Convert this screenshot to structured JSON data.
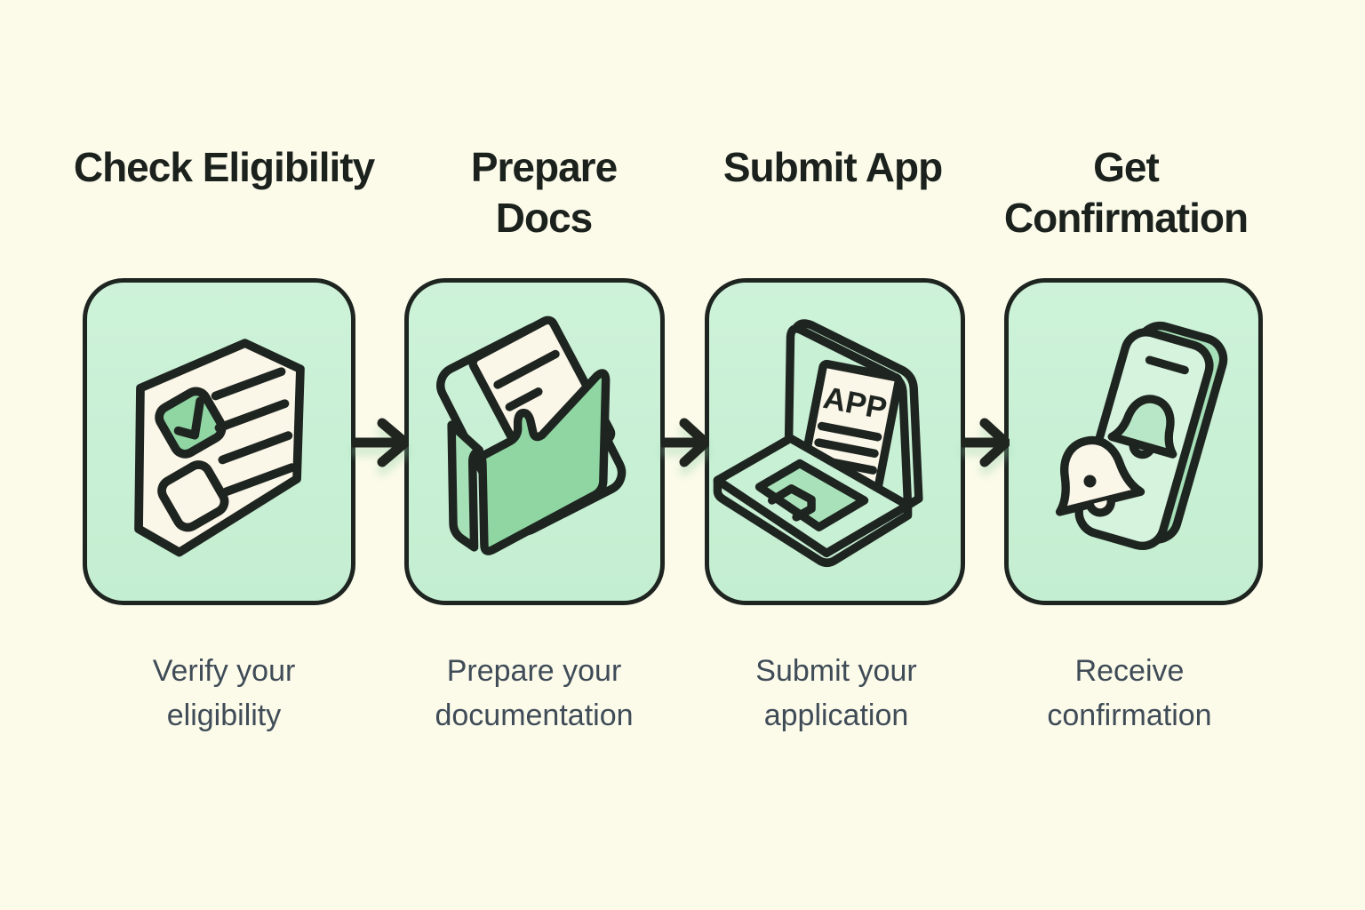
{
  "infographic": {
    "type": "process-flow",
    "background_color": "#fcfbea",
    "card_fill_color": "#c8f0d4",
    "outline_color": "#1e2420",
    "title_color": "#1b211c",
    "subtitle_color": "#3f4c57",
    "icon_green": "#8fd6a2",
    "icon_cream": "#faf6e8"
  },
  "steps": [
    {
      "title": "Check Eligibility",
      "subtitle": "Verify your eligibility",
      "icon": "checklist-document-icon"
    },
    {
      "title": "Prepare Docs",
      "subtitle": "Prepare your documentation",
      "icon": "folder-documents-icon"
    },
    {
      "title": "Submit App",
      "subtitle": "Submit your application",
      "icon": "laptop-application-icon",
      "screen_label": "APP"
    },
    {
      "title": "Get Confirmation",
      "subtitle": "Receive confirmation",
      "icon": "phone-notification-bell-icon"
    }
  ]
}
